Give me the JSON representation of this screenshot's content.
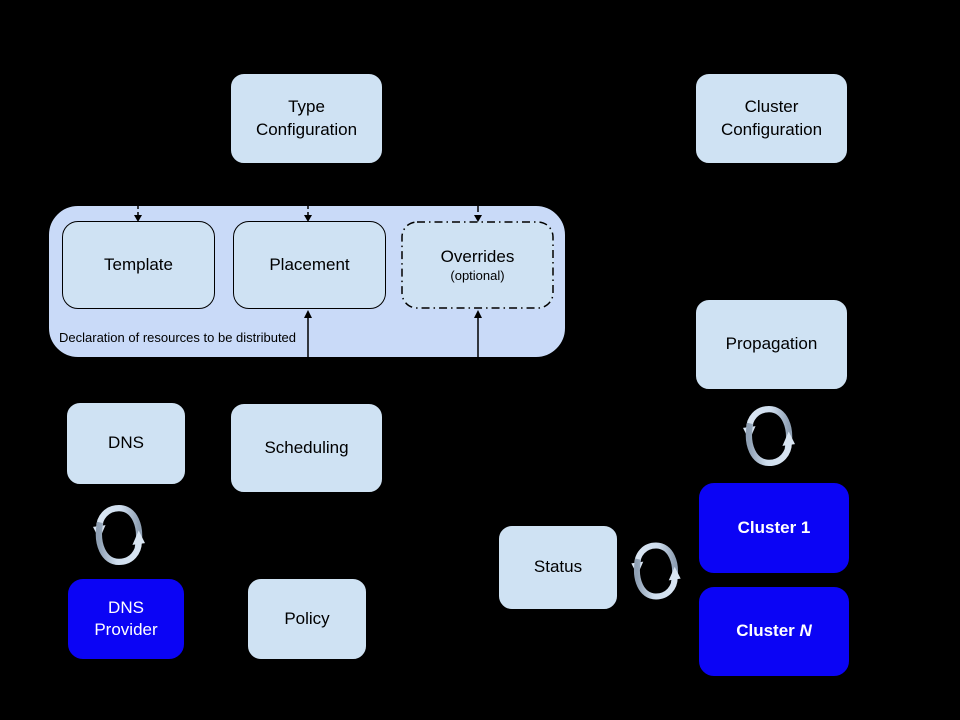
{
  "diagram": {
    "background": "#000000",
    "palette": {
      "group_fill": "#c9daf8",
      "node_fill": "#cfe2f3",
      "node_border": "#000000",
      "cluster_fill": "#0b04f5",
      "cluster_text": "#ffffff",
      "text": "#000000",
      "sync_light": "#d9e5f2",
      "sync_dark": "#8fa0b4"
    },
    "nodes": {
      "type_configuration": {
        "line1": "Type",
        "line2": "Configuration"
      },
      "cluster_configuration": {
        "line1": "Cluster",
        "line2": "Configuration"
      },
      "template": {
        "label": "Template"
      },
      "placement": {
        "label": "Placement"
      },
      "overrides": {
        "label": "Overrides",
        "sublabel": "(optional)"
      },
      "resource_group_caption": "Declaration of resources to be distributed",
      "dns": {
        "label": "DNS"
      },
      "scheduling": {
        "label": "Scheduling"
      },
      "dns_provider": {
        "line1": "DNS",
        "line2": "Provider"
      },
      "policy": {
        "label": "Policy"
      },
      "status": {
        "label": "Status"
      },
      "propagation": {
        "label": "Propagation"
      },
      "cluster_1": {
        "label": "Cluster 1"
      },
      "cluster_n": {
        "prefix": "Cluster ",
        "italic": "N"
      }
    },
    "icons": {
      "sync": "sync-cycle-arrows"
    }
  }
}
